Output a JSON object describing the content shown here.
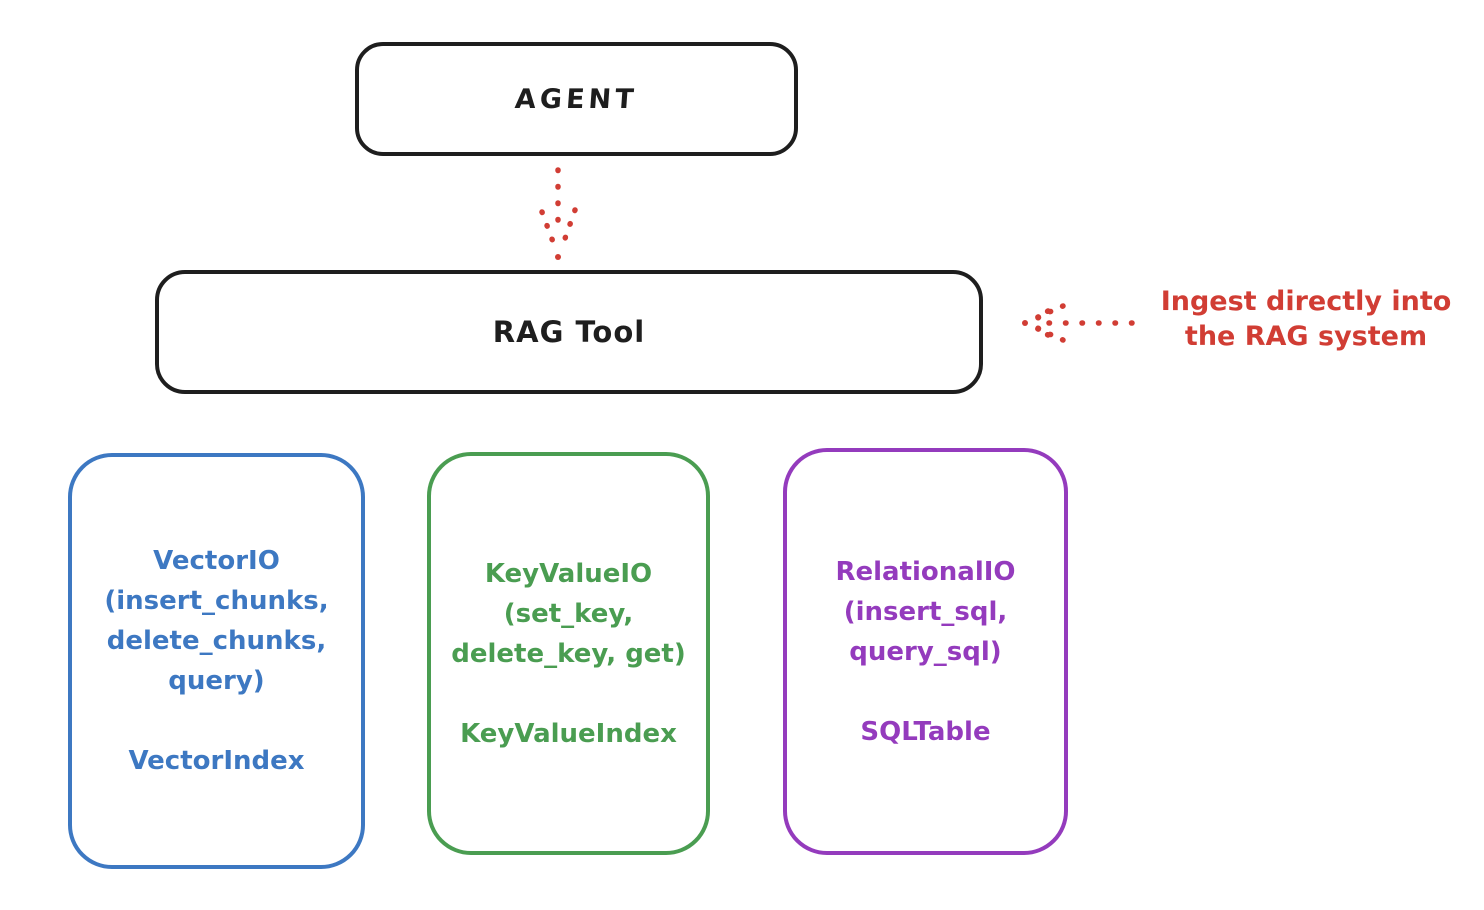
{
  "agent": {
    "label": "AGENT"
  },
  "rag": {
    "label": "RAG Tool"
  },
  "annotation": {
    "line1": "Ingest directly into",
    "line2": "the RAG system"
  },
  "storage": [
    {
      "name": "vector-io",
      "lines": [
        "VectorIO",
        "(insert_chunks,",
        "delete_chunks,",
        "query)"
      ],
      "index": "VectorIndex",
      "color": "#3d78c2"
    },
    {
      "name": "keyvalue-io",
      "lines": [
        "KeyValueIO",
        "(set_key,",
        "delete_key, get)"
      ],
      "index": "KeyValueIndex",
      "color": "#4a9d51"
    },
    {
      "name": "relational-io",
      "lines": [
        "RelationalIO",
        "(insert_sql,",
        "query_sql)"
      ],
      "index": "SQLTable",
      "color": "#943bbd"
    }
  ],
  "colors": {
    "stroke": "#1e1e1e",
    "red": "#d13d34",
    "blue": "#3d78c2",
    "green": "#4a9d51",
    "purple": "#943bbd",
    "background": "#ffffff"
  }
}
